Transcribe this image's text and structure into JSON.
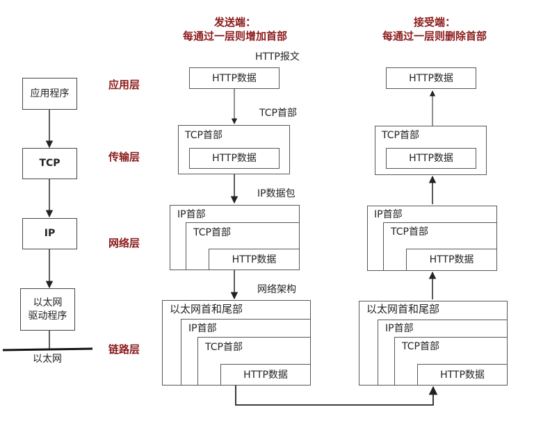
{
  "headers": {
    "sender_line1": "发送端：",
    "sender_line2": "每通过一层则增加首部",
    "receiver_line1": "接受端：",
    "receiver_line2": "每通过一层则删除首部"
  },
  "layers": {
    "application": "应用层",
    "transport": "传输层",
    "network": "网络层",
    "link": "链路层"
  },
  "stack": {
    "app_program": "应用程序",
    "tcp": "TCP",
    "ip": "IP",
    "driver_line1": "以太网",
    "driver_line2": "驱动程序",
    "ethernet": "以太网"
  },
  "annotations": {
    "http_message": "HTTP报文",
    "tcp_header": "TCP首部",
    "ip_packet": "IP数据包",
    "frame": "网络架构"
  },
  "packet": {
    "http_data": "HTTP数据",
    "tcp_header": "TCP首部",
    "ip_header": "IP首部",
    "eth_header_trailer": "以太网首和尾部"
  }
}
